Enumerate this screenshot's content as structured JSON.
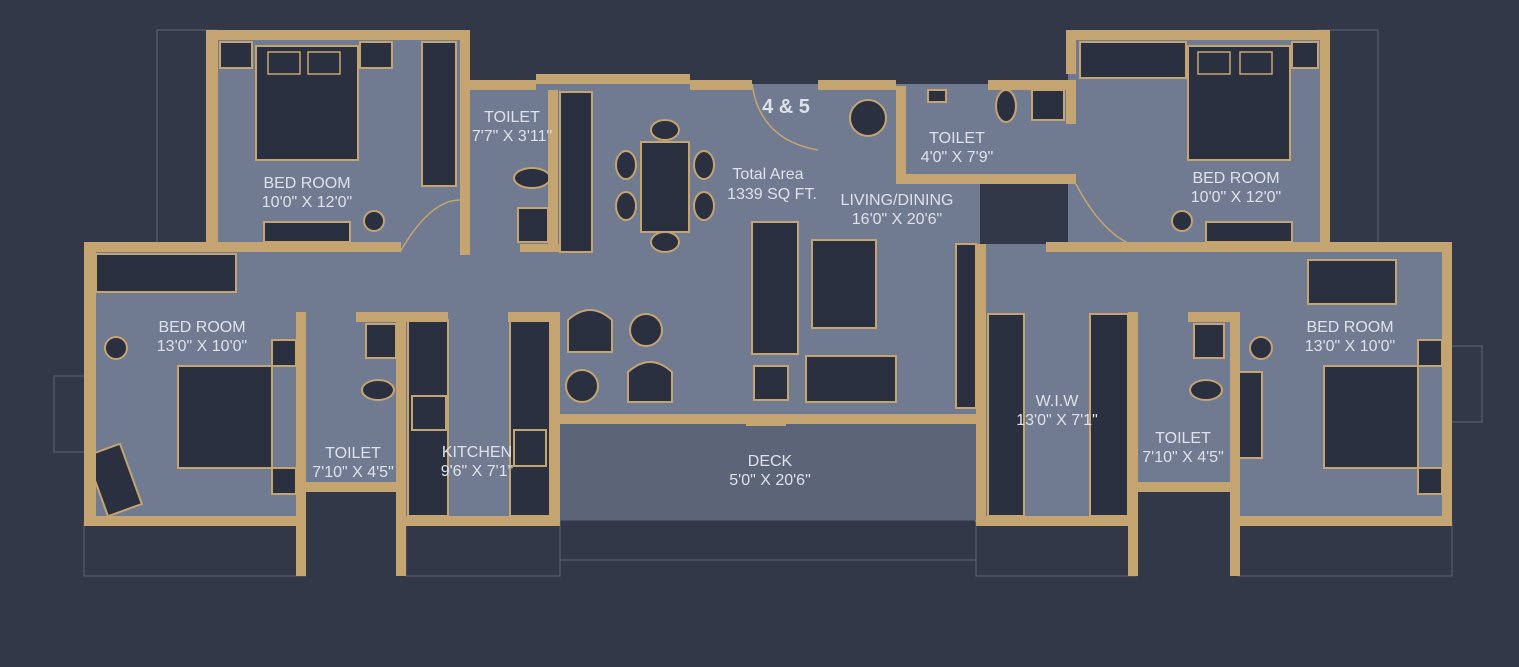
{
  "colors": {
    "background": "#323848",
    "floor": "#707a90",
    "deck": "#5c6478",
    "wall": "#c4a572",
    "furniture": "#2b3041",
    "text": "#dfe2ea"
  },
  "plan": {
    "unit_label": "4 & 5",
    "total_area_label": "Total Area",
    "total_area_value": "1339 SQ FT.",
    "rooms": [
      {
        "name": "BED ROOM",
        "size": "10'0\" X 12'0\""
      },
      {
        "name": "TOILET",
        "size": "7'7\" X 3'11\""
      },
      {
        "name": "LIVING/DINING",
        "size": "16'0\" X 20'6\""
      },
      {
        "name": "TOILET",
        "size": "4'0\" X 7'9\""
      },
      {
        "name": "BED ROOM",
        "size": "10'0\" X 12'0\""
      },
      {
        "name": "BED ROOM",
        "size": "13'0\" X 10'0\""
      },
      {
        "name": "TOILET",
        "size": "7'10\" X 4'5\""
      },
      {
        "name": "KITCHEN",
        "size": "9'6\" X 7'1\""
      },
      {
        "name": "DECK",
        "size": "5'0\" X 20'6\""
      },
      {
        "name": "W.I.W",
        "size": "13'0\" X 7'1\""
      },
      {
        "name": "TOILET",
        "size": "7'10\" X 4'5\""
      },
      {
        "name": "BED ROOM",
        "size": "13'0\" X 10'0\""
      }
    ]
  }
}
